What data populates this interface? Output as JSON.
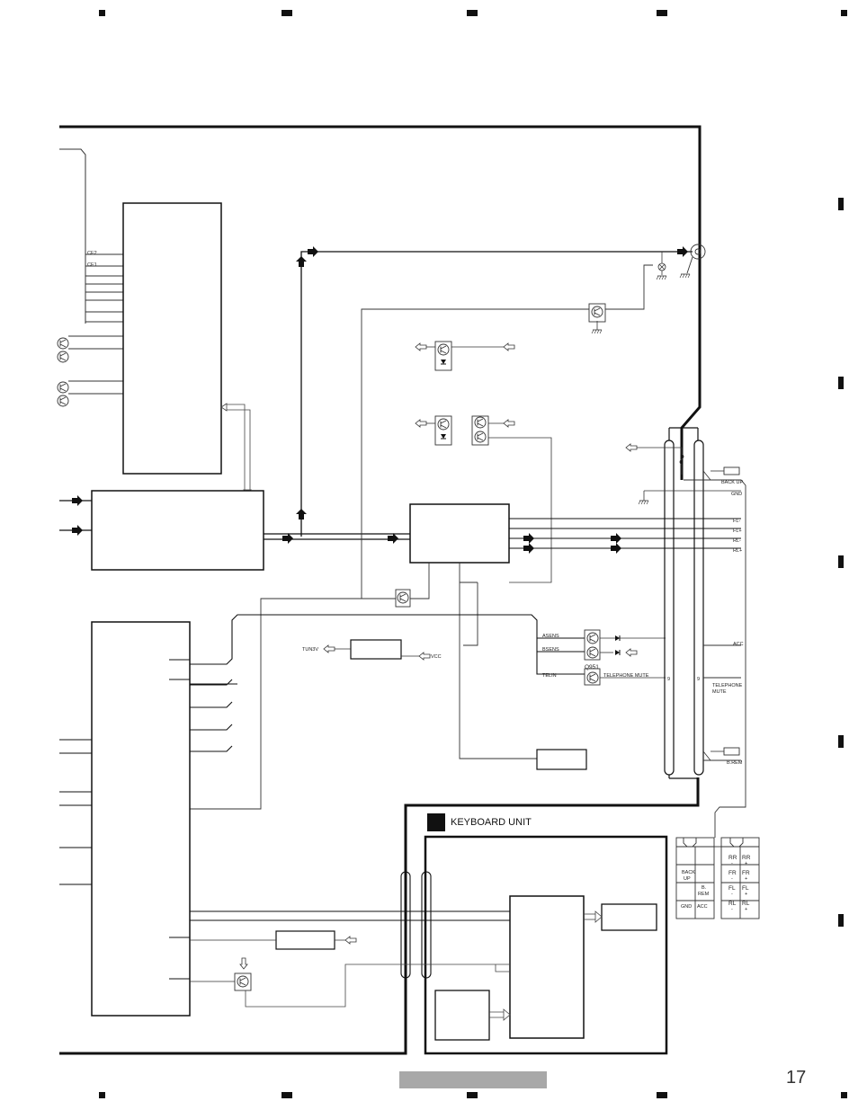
{
  "page_number": "17",
  "keyboard_unit": {
    "label": "KEYBOARD UNIT"
  },
  "signals": {
    "ce2": "CE2",
    "ce1": "CE1",
    "tun3v": "TUN3V",
    "vcc": "VCC",
    "asens": "ASENS",
    "bsens": "BSENS",
    "telin": "TELIN",
    "q951": "Q951",
    "telephone_mute": "TELEPHONE MUTE",
    "pin_9_left": "9",
    "pin_9_right": "9"
  },
  "output_labels": {
    "backup": "BACK UP",
    "gnd": "GND",
    "fl_minus": "FL-",
    "fl_plus": "FL+",
    "rl_minus": "RL-",
    "rl_plus": "RL+",
    "acc": "ACC",
    "telephone_mute_1": "TELEPHONE",
    "telephone_mute_2": "MUTE",
    "brem": "B.REM"
  },
  "connector_pins": {
    "rr_minus": "RR",
    "rr_minus_sign": "-",
    "rr_plus": "RR",
    "rr_plus_sign": "+",
    "fr_minus": "FR",
    "fr_minus_sign": "-",
    "fr_plus": "FR",
    "fr_plus_sign": "+",
    "fl_minus": "FL",
    "fl_minus_sign": "-",
    "fl_plus": "FL",
    "fl_plus_sign": "+",
    "rl_minus": "RL",
    "rl_minus_sign": "-",
    "rl_plus": "RL",
    "rl_plus_sign": "+",
    "backup_1": "BACK",
    "backup_2": "UP",
    "brem_1": "B.",
    "brem_2": "REM",
    "gnd": "GND",
    "acc": "ACC"
  }
}
